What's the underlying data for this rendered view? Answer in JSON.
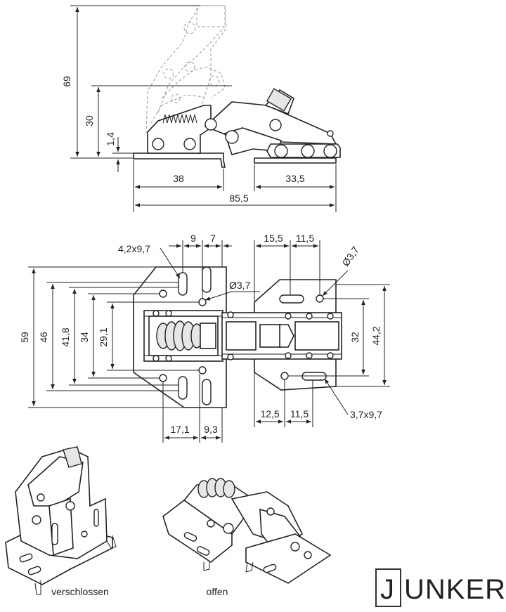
{
  "side_view": {
    "dims": {
      "height_69": "69",
      "height_30": "30",
      "height_1_4": "1,4",
      "width_38": "38",
      "width_33_5": "33,5",
      "width_85_5": "85,5"
    }
  },
  "plan_view": {
    "dims": {
      "slot_left": "4,2x9,7",
      "top_9": "9",
      "top_7": "7",
      "hole_left": "Ø3,7",
      "top_15_5": "15,5",
      "top_11_5": "11,5",
      "hole_right": "Ø3,7",
      "h59": "59",
      "h46": "46",
      "h41_8": "41,8",
      "h34": "34",
      "h29_1": "29,1",
      "h32": "32",
      "h44_2": "44,2",
      "bottom_17_1": "17,1",
      "bottom_9_3": "9,3",
      "bottom_12_5": "12,5",
      "bottom_11_5": "11,5",
      "slot_right": "3,7x9,7"
    }
  },
  "captions": {
    "closed": "verschlossen",
    "open": "offen"
  },
  "brand": {
    "letter": "J",
    "rest": "UNKER"
  }
}
